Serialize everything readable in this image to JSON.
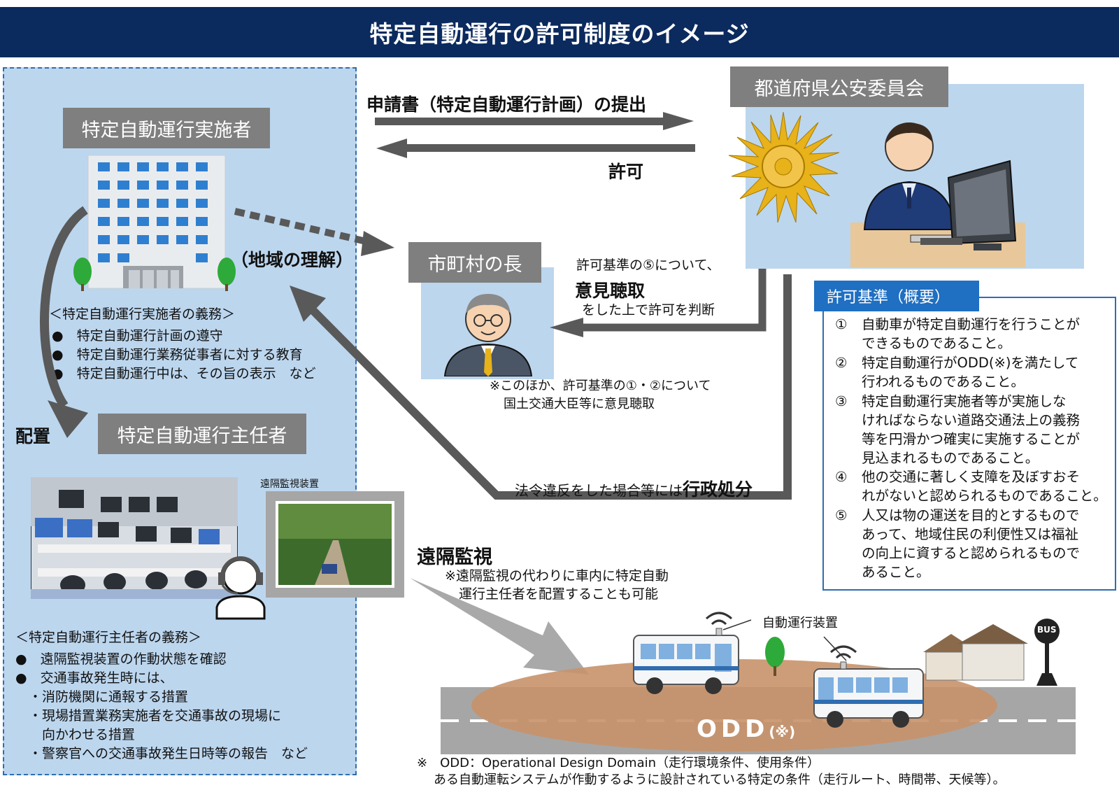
{
  "title": "特定自動運行の許可制度のイメージ",
  "left": {
    "operator_label": "特定自動運行実施者",
    "operator_duties_heading": "＜特定自動運行実施者の義務＞",
    "operator_duties": [
      "●　特定自動運行計画の遵守",
      "●　特定自動運行業務従事者に対する教育",
      "●　特定自動運行中は、その旨の表示　など"
    ],
    "assign_label": "配置",
    "supervisor_label": "特定自動運行主任者",
    "remote_device_label": "遠隔監視装置",
    "supervisor_duties_heading": "＜特定自動運行主任者の義務＞",
    "supervisor_duties": [
      "●　遠隔監視装置の作動状態を確認",
      "●　交通事故発生時には、",
      "　・消防機関に通報する措置",
      "　・現場措置業務実施者を交通事故の現場に",
      "　　向かわせる措置",
      "　・警察官への交通事故発生日時等の報告　など"
    ]
  },
  "flow": {
    "application_text": "申請書（特定自動運行計画）の提出",
    "permit_text": "許可",
    "community_text": "（地域の理解）",
    "opinion_line1": "許可基準の⑤について、",
    "opinion_bold": "意見聴取",
    "opinion_line3": "をした上で許可を判断",
    "other_note1": "※このほか、許可基準の①・②について",
    "other_note2": "国土交通大臣等に意見聴取",
    "penalty_prefix": "法令違反をした場合等には",
    "penalty_bold": "行政処分"
  },
  "police_label": "都道府県公安委員会",
  "mayor_label": "市町村の長",
  "criteria": {
    "title": "許可基準（概要）",
    "items": [
      {
        "num": "①",
        "lines": [
          "自動車が特定自動運行を行うことが",
          "できるものであること。"
        ]
      },
      {
        "num": "②",
        "lines": [
          "特定自動運行がODD(※)を満たして",
          "行われるものであること。"
        ]
      },
      {
        "num": "③",
        "lines": [
          "特定自動運行実施者等が実施しな",
          "ければならない道路交通法上の義務",
          "等を円滑かつ確実に実施することが",
          "見込まれるものであること。"
        ]
      },
      {
        "num": "④",
        "lines": [
          "他の交通に著しく支障を及ぼすおそ",
          "れがないと認められるものであること。"
        ]
      },
      {
        "num": "⑤",
        "lines": [
          "人又は物の運送を目的とするもので",
          "あって、地域住民の利便性又は福祉",
          "の向上に資すると認められるもので",
          "あること。"
        ]
      }
    ]
  },
  "remote": {
    "label": "遠隔監視",
    "note1": "※遠隔監視の代わりに車内に特定自動",
    "note2": "運行主任者を配置することも可能"
  },
  "device_label": "自動運行装置",
  "odd_label": "ODD",
  "odd_mark": "(※)",
  "bus_stop_label": "BUS",
  "footnote1": "※　ODD：Operational Design Domain（走行環境条件、使用条件）",
  "footnote2": "ある自動運転システムが作動するように設計されている特定の条件（走行ルート、時間帯、天候等）。",
  "colors": {
    "header": "#0b2a5e",
    "left_panel": "#bcd6ee",
    "criteria_title": "#1f6fc2",
    "arrow": "#555555",
    "odd_area": "#c8926a"
  }
}
